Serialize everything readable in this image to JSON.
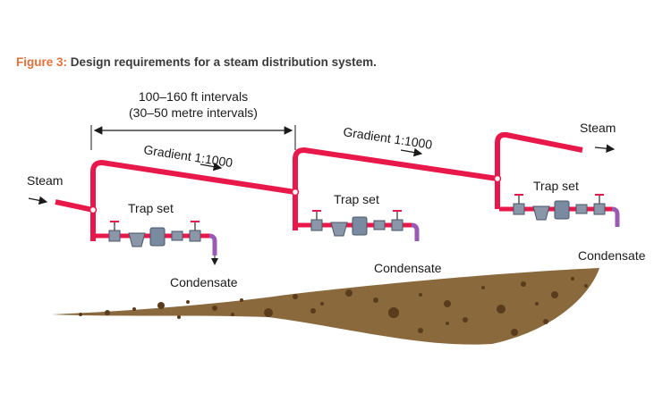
{
  "figure": {
    "label": "Figure 3:",
    "title": "Design requirements for a steam distribution system."
  },
  "interval": {
    "line1": "100–160 ft intervals",
    "line2": "(30–50 metre intervals)"
  },
  "gradient_label": "Gradient 1:1000",
  "steam_label": "Steam",
  "trap_label": "Trap set",
  "condensate_label": "Condensate",
  "colors": {
    "pipe": "#e8194a",
    "condensate_pipe": "#9b59b6",
    "ground": "#8a6a3c",
    "ground_spots": "#5a3b1c",
    "caption_accent": "#e2703a",
    "trap_body": "#8a97a8"
  }
}
